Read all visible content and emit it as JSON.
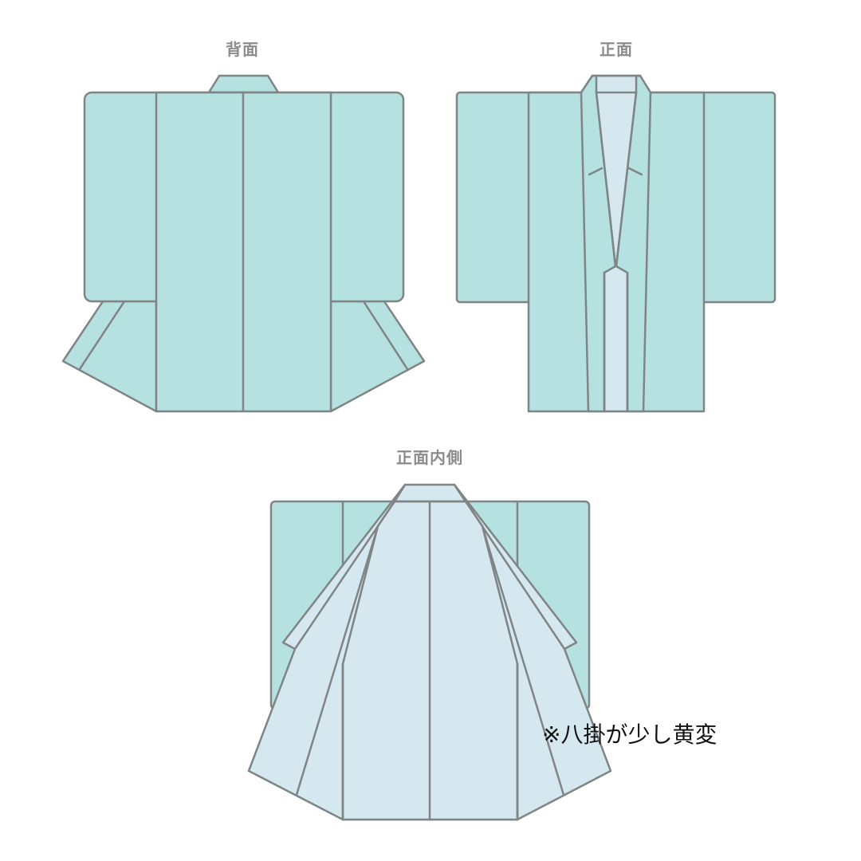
{
  "labels": {
    "back": "背面",
    "front": "正面",
    "front_inside": "正面内側"
  },
  "note": "※八掛が少し黄変",
  "colors": {
    "shell": "#b6e1e1",
    "lining": "#d6e8ef",
    "outline": "#7f8585",
    "label": "#8c8c8c"
  }
}
